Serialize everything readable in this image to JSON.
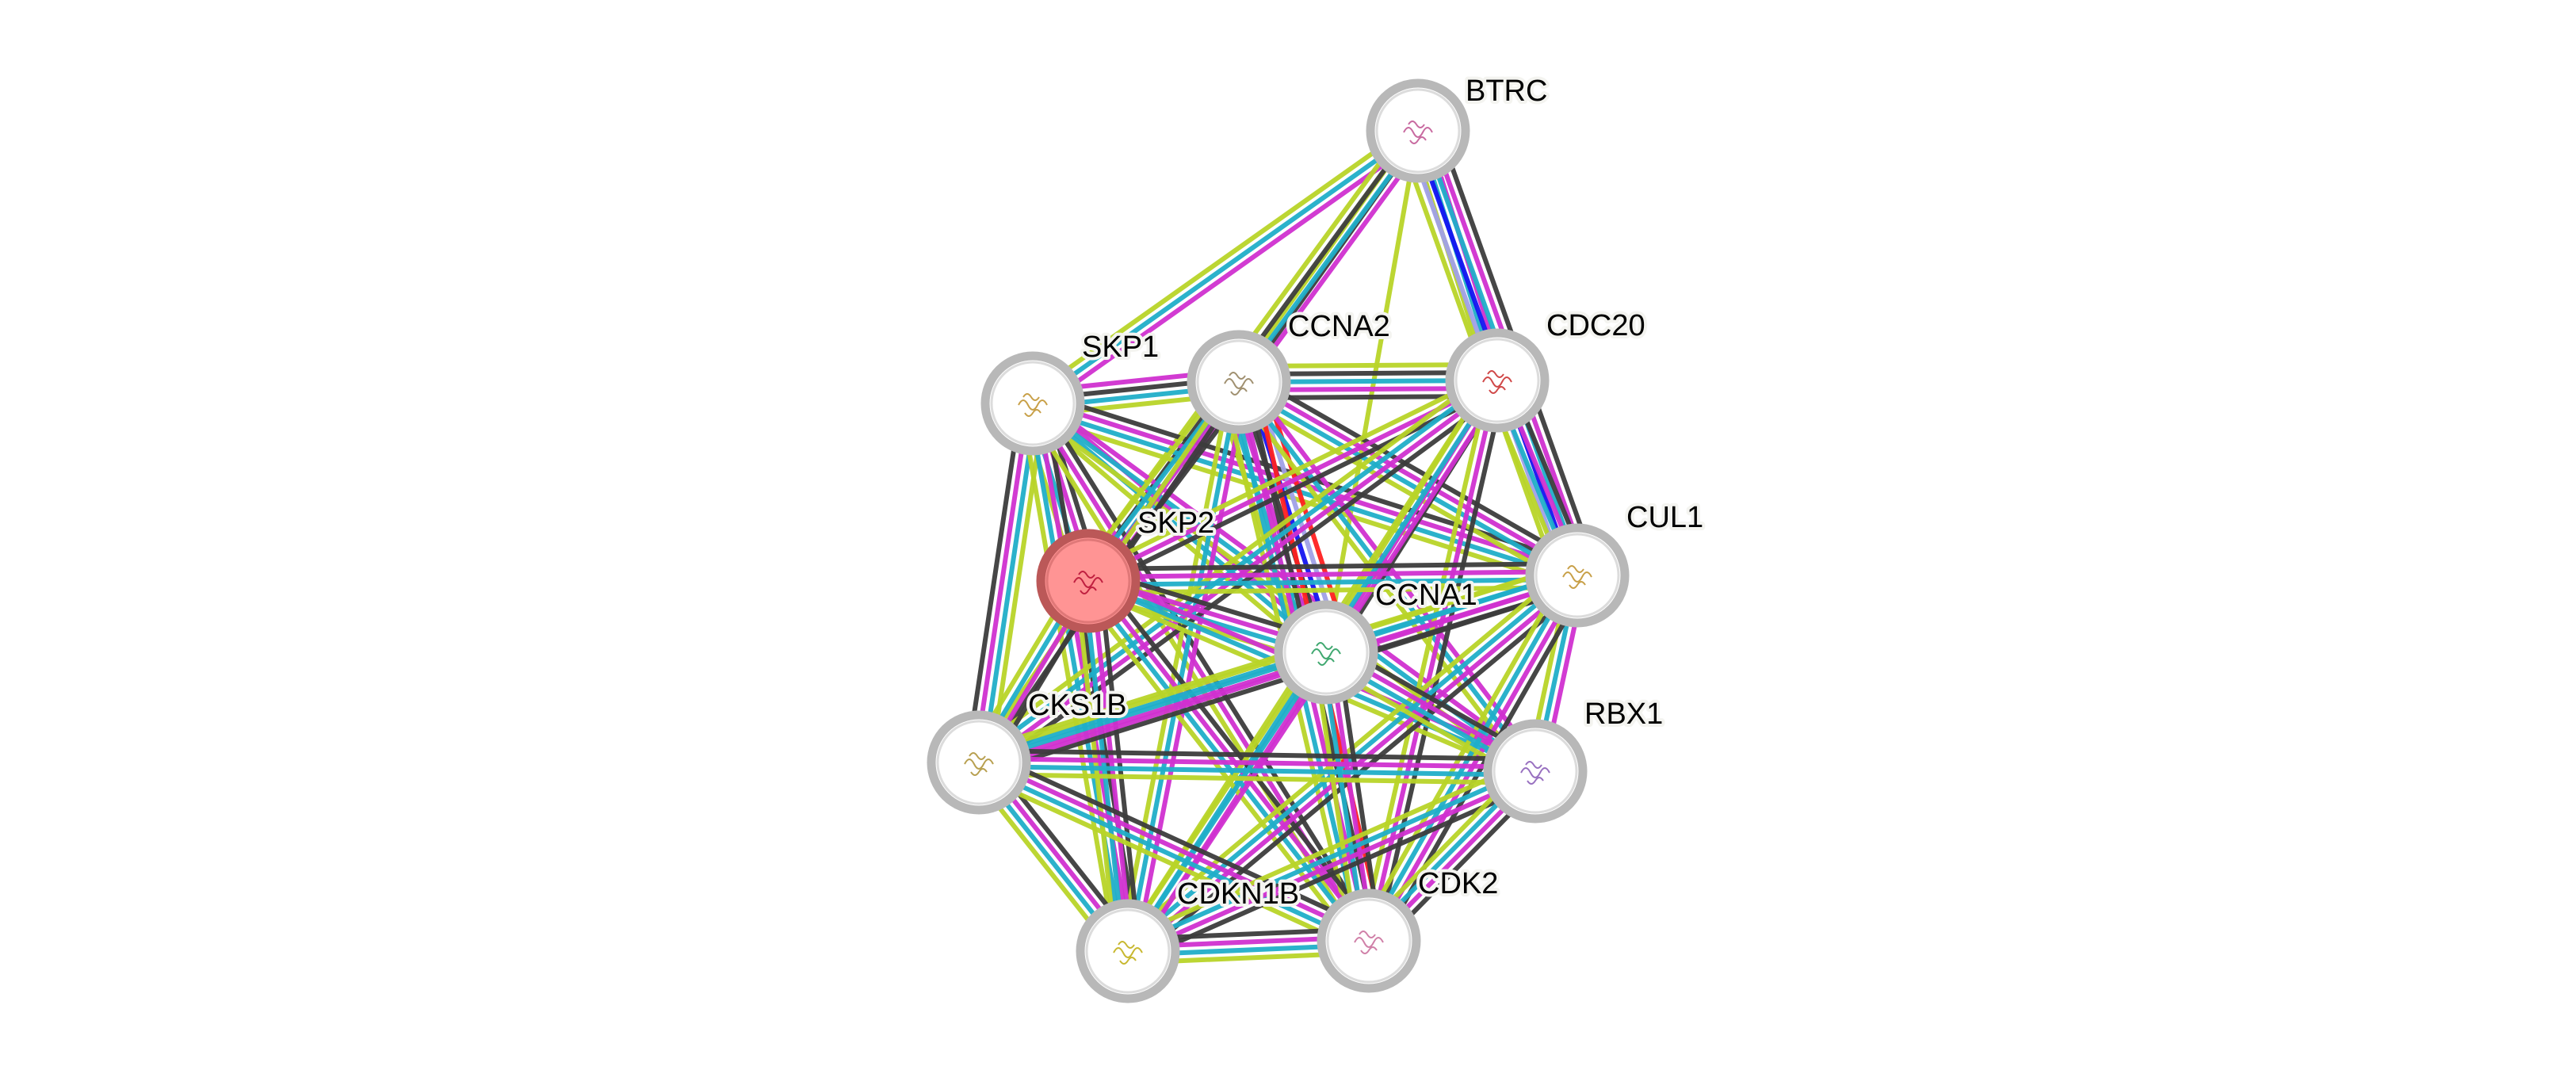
{
  "diagram": {
    "type": "protein-interaction-network",
    "query_protein": "SKP2",
    "channel_colors": {
      "curated_database": "#20aec8",
      "experiments": "#d030d0",
      "textmining": "#b8d428",
      "coexpression": "#3c3c3c",
      "cooccurrence": "#1414f0",
      "homology": "#a0a0e8",
      "gene_fusion": "#ff2020"
    },
    "node_style": {
      "ring_color": "#b8b8b8",
      "query_fill": "#ff9494",
      "query_ring": "#bb5858"
    },
    "nodes": [
      {
        "id": "BTRC",
        "label": "BTRC",
        "query": false,
        "structure_color": "#c86aa0"
      },
      {
        "id": "SKP1",
        "label": "SKP1",
        "query": false,
        "structure_color": "#c8a048"
      },
      {
        "id": "CCNA2",
        "label": "CCNA2",
        "query": false,
        "structure_color": "#a09070"
      },
      {
        "id": "CDC20",
        "label": "CDC20",
        "query": false,
        "structure_color": "#d04848"
      },
      {
        "id": "SKP2",
        "label": "SKP2",
        "query": true,
        "structure_color": "#c02040"
      },
      {
        "id": "CUL1",
        "label": "CUL1",
        "query": false,
        "structure_color": "#c8a048"
      },
      {
        "id": "CCNA1",
        "label": "CCNA1",
        "query": false,
        "structure_color": "#40a870"
      },
      {
        "id": "CKS1B",
        "label": "CKS1B",
        "query": false,
        "structure_color": "#b8a050"
      },
      {
        "id": "RBX1",
        "label": "RBX1",
        "query": false,
        "structure_color": "#9870c0"
      },
      {
        "id": "CDKN1B",
        "label": "CDKN1B",
        "query": false,
        "structure_color": "#c8b830"
      },
      {
        "id": "CDK2",
        "label": "CDK2",
        "query": false,
        "structure_color": "#d080a8"
      }
    ],
    "edges": [
      {
        "source": "BTRC",
        "target": "SKP1",
        "channels": [
          "experiments",
          "curated_database",
          "textmining"
        ]
      },
      {
        "source": "BTRC",
        "target": "CCNA2",
        "channels": [
          "coexpression",
          "textmining"
        ]
      },
      {
        "source": "BTRC",
        "target": "SKP2",
        "channels": [
          "experiments",
          "curated_database",
          "coexpression",
          "textmining"
        ]
      },
      {
        "source": "BTRC",
        "target": "CCNA1",
        "channels": [
          "textmining"
        ]
      },
      {
        "source": "BTRC",
        "target": "CDC20",
        "channels": [
          "experiments",
          "curated_database",
          "textmining"
        ]
      },
      {
        "source": "BTRC",
        "target": "CUL1",
        "channels": [
          "coexpression",
          "experiments",
          "curated_database",
          "cooccurrence",
          "homology",
          "textmining"
        ]
      },
      {
        "source": "SKP1",
        "target": "CCNA2",
        "channels": [
          "experiments",
          "coexpression",
          "curated_database",
          "textmining"
        ]
      },
      {
        "source": "SKP1",
        "target": "SKP2",
        "channels": [
          "coexpression",
          "experiments",
          "curated_database",
          "textmining"
        ]
      },
      {
        "source": "SKP1",
        "target": "CUL1",
        "channels": [
          "coexpression",
          "experiments",
          "curated_database",
          "textmining"
        ]
      },
      {
        "source": "SKP1",
        "target": "CCNA1",
        "channels": [
          "experiments",
          "curated_database",
          "textmining"
        ]
      },
      {
        "source": "SKP1",
        "target": "CKS1B",
        "channels": [
          "textmining",
          "curated_database",
          "experiments",
          "coexpression"
        ]
      },
      {
        "source": "SKP1",
        "target": "RBX1",
        "channels": [
          "experiments",
          "curated_database",
          "textmining"
        ]
      },
      {
        "source": "SKP1",
        "target": "CDKN1B",
        "channels": [
          "coexpression",
          "experiments",
          "curated_database",
          "textmining"
        ]
      },
      {
        "source": "SKP1",
        "target": "CDK2",
        "channels": [
          "coexpression",
          "experiments",
          "textmining"
        ]
      },
      {
        "source": "CCNA2",
        "target": "CDC20",
        "channels": [
          "textmining",
          "coexpression",
          "curated_database",
          "experiments",
          "coexpression"
        ]
      },
      {
        "source": "CCNA2",
        "target": "SKP2",
        "channels": [
          "coexpression",
          "experiments",
          "curated_database",
          "textmining"
        ]
      },
      {
        "source": "CCNA2",
        "target": "CUL1",
        "channels": [
          "coexpression",
          "experiments",
          "curated_database",
          "textmining"
        ]
      },
      {
        "source": "CCNA2",
        "target": "CCNA1",
        "channels": [
          "gene_fusion",
          "homology",
          "cooccurrence",
          "coexpression",
          "experiments",
          "curated_database",
          "textmining"
        ]
      },
      {
        "source": "CCNA2",
        "target": "CKS1B",
        "channels": [
          "coexpression",
          "textmining"
        ]
      },
      {
        "source": "CCNA2",
        "target": "RBX1",
        "channels": [
          "experiments",
          "curated_database",
          "textmining"
        ]
      },
      {
        "source": "CCNA2",
        "target": "CDKN1B",
        "channels": [
          "experiments",
          "curated_database",
          "textmining"
        ]
      },
      {
        "source": "CCNA2",
        "target": "CDK2",
        "channels": [
          "gene_fusion",
          "coexpression",
          "experiments",
          "curated_database",
          "textmining"
        ]
      },
      {
        "source": "CDC20",
        "target": "SKP2",
        "channels": [
          "coexpression",
          "experiments",
          "textmining"
        ]
      },
      {
        "source": "CDC20",
        "target": "CUL1",
        "channels": [
          "coexpression",
          "experiments",
          "curated_database",
          "textmining"
        ]
      },
      {
        "source": "CDC20",
        "target": "CCNA1",
        "channels": [
          "coexpression",
          "experiments",
          "textmining"
        ]
      },
      {
        "source": "CDC20",
        "target": "CKS1B",
        "channels": [
          "coexpression",
          "experiments",
          "curated_database",
          "textmining"
        ]
      },
      {
        "source": "CDC20",
        "target": "CDKN1B",
        "channels": [
          "experiments",
          "curated_database",
          "textmining"
        ]
      },
      {
        "source": "CDC20",
        "target": "CDK2",
        "channels": [
          "coexpression",
          "experiments",
          "textmining"
        ]
      },
      {
        "source": "SKP2",
        "target": "CUL1",
        "channels": [
          "coexpression",
          "experiments",
          "curated_database",
          "textmining"
        ]
      },
      {
        "source": "SKP2",
        "target": "CCNA1",
        "channels": [
          "coexpression",
          "experiments",
          "curated_database",
          "textmining"
        ]
      },
      {
        "source": "SKP2",
        "target": "CKS1B",
        "channels": [
          "coexpression",
          "experiments",
          "curated_database",
          "textmining"
        ]
      },
      {
        "source": "SKP2",
        "target": "RBX1",
        "channels": [
          "experiments",
          "curated_database",
          "textmining"
        ]
      },
      {
        "source": "SKP2",
        "target": "CDKN1B",
        "channels": [
          "coexpression",
          "experiments",
          "curated_database",
          "textmining"
        ]
      },
      {
        "source": "SKP2",
        "target": "CDK2",
        "channels": [
          "coexpression",
          "experiments",
          "curated_database",
          "textmining"
        ]
      },
      {
        "source": "CUL1",
        "target": "CCNA1",
        "channels": [
          "coexpression",
          "experiments",
          "curated_database",
          "textmining"
        ]
      },
      {
        "source": "CUL1",
        "target": "CKS1B",
        "channels": [
          "coexpression",
          "experiments",
          "curated_database",
          "textmining"
        ]
      },
      {
        "source": "CUL1",
        "target": "RBX1",
        "channels": [
          "experiments",
          "curated_database",
          "textmining"
        ]
      },
      {
        "source": "CUL1",
        "target": "CDKN1B",
        "channels": [
          "coexpression",
          "experiments",
          "curated_database",
          "textmining"
        ]
      },
      {
        "source": "CUL1",
        "target": "CDK2",
        "channels": [
          "coexpression",
          "experiments",
          "curated_database",
          "textmining"
        ]
      },
      {
        "source": "CCNA1",
        "target": "CKS1B",
        "channels": [
          "experiments",
          "curated_database",
          "textmining"
        ]
      },
      {
        "source": "CCNA1",
        "target": "RBX1",
        "channels": [
          "coexpression",
          "experiments",
          "curated_database",
          "textmining"
        ]
      },
      {
        "source": "CCNA1",
        "target": "CDKN1B",
        "channels": [
          "experiments",
          "curated_database",
          "textmining"
        ]
      },
      {
        "source": "CCNA1",
        "target": "CDK2",
        "channels": [
          "coexpression",
          "experiments",
          "curated_database",
          "textmining"
        ]
      },
      {
        "source": "CKS1B",
        "target": "RBX1",
        "channels": [
          "coexpression",
          "experiments",
          "curated_database",
          "textmining"
        ]
      },
      {
        "source": "CKS1B",
        "target": "CDKN1B",
        "channels": [
          "coexpression",
          "experiments",
          "curated_database",
          "textmining"
        ]
      },
      {
        "source": "CKS1B",
        "target": "CDK2",
        "channels": [
          "coexpression",
          "experiments",
          "curated_database",
          "textmining"
        ]
      },
      {
        "source": "RBX1",
        "target": "CDKN1B",
        "channels": [
          "coexpression",
          "experiments",
          "curated_database",
          "textmining"
        ]
      },
      {
        "source": "RBX1",
        "target": "CDK2",
        "channels": [
          "coexpression",
          "experiments",
          "curated_database",
          "textmining"
        ]
      },
      {
        "source": "CDKN1B",
        "target": "CDK2",
        "channels": [
          "coexpression",
          "experiments",
          "curated_database",
          "textmining"
        ]
      }
    ]
  }
}
